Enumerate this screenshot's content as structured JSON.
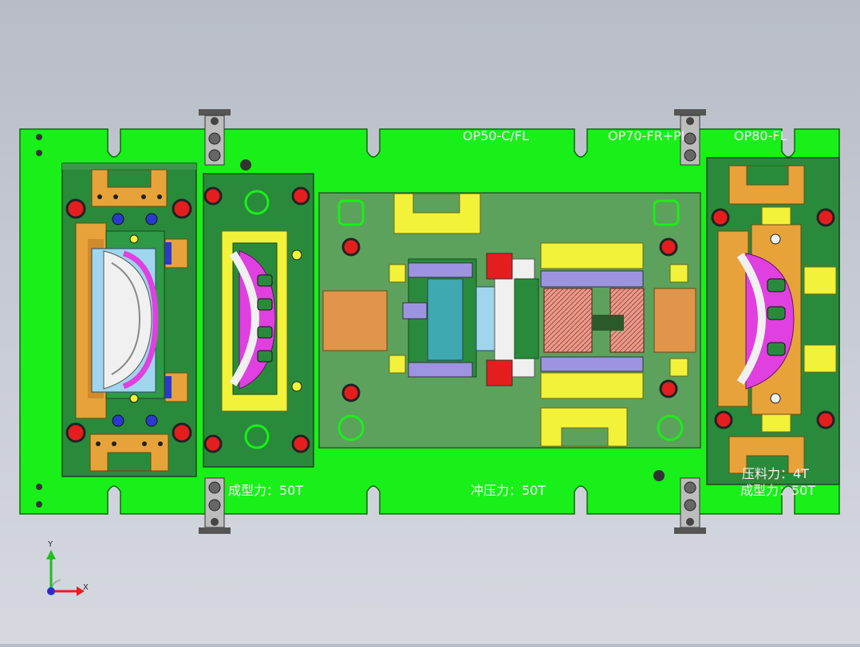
{
  "labels": {
    "op50": "OP50-C/FL",
    "op70": "OP70-FR+PI",
    "op80": "OP80-FL",
    "force_forming_left": "成型力：50T",
    "force_stamping_center": "冲压力：50T",
    "force_holding_right": "压料力：4T",
    "force_forming_right": "成型力：50T"
  },
  "triad": {
    "x_label": "X",
    "y_label": "Y"
  },
  "colors": {
    "background": "#c3c7d0",
    "base_plate": "#19f019",
    "die_green": "#2a8a3c",
    "holder_yellow": "#f2f23a",
    "clamp_orange": "#e7a33a",
    "part_magenta": "#e040e0",
    "hole_red": "#e41e1e",
    "block_purple": "#9c94e0"
  }
}
